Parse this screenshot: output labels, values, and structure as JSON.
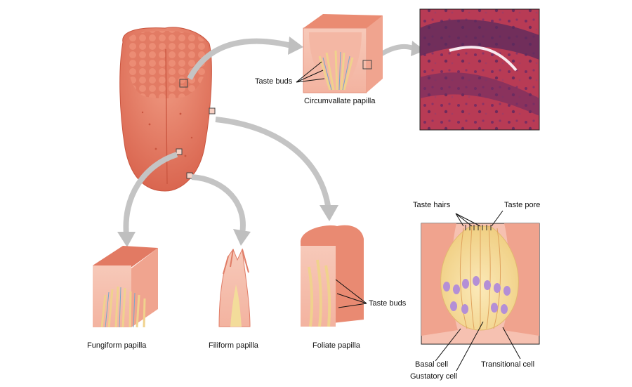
{
  "labels": {
    "taste_buds_top": "Taste buds",
    "circumvallate": "Circumvallate papilla",
    "fungiform": "Fungiform papilla",
    "filiform": "Filiform papilla",
    "foliate": "Foliate papilla",
    "taste_buds_foliate": "Taste buds",
    "taste_hairs": "Taste hairs",
    "taste_pore": "Taste pore",
    "basal_cell": "Basal cell",
    "transitional_cell": "Transitional cell",
    "gustatory_cell": "Gustatory cell"
  },
  "colors": {
    "tongue": "#e8806a",
    "tongue_dark": "#d6604c",
    "tissue_light": "#f6c4b4",
    "tissue_mid": "#ef9f8a",
    "arrow": "#c8c8c8",
    "bud_yellow": "#f3dc9a",
    "nucleus": "#b48fd6",
    "micro_bg": "#b83b55",
    "micro_dark": "#5a2b5e"
  }
}
